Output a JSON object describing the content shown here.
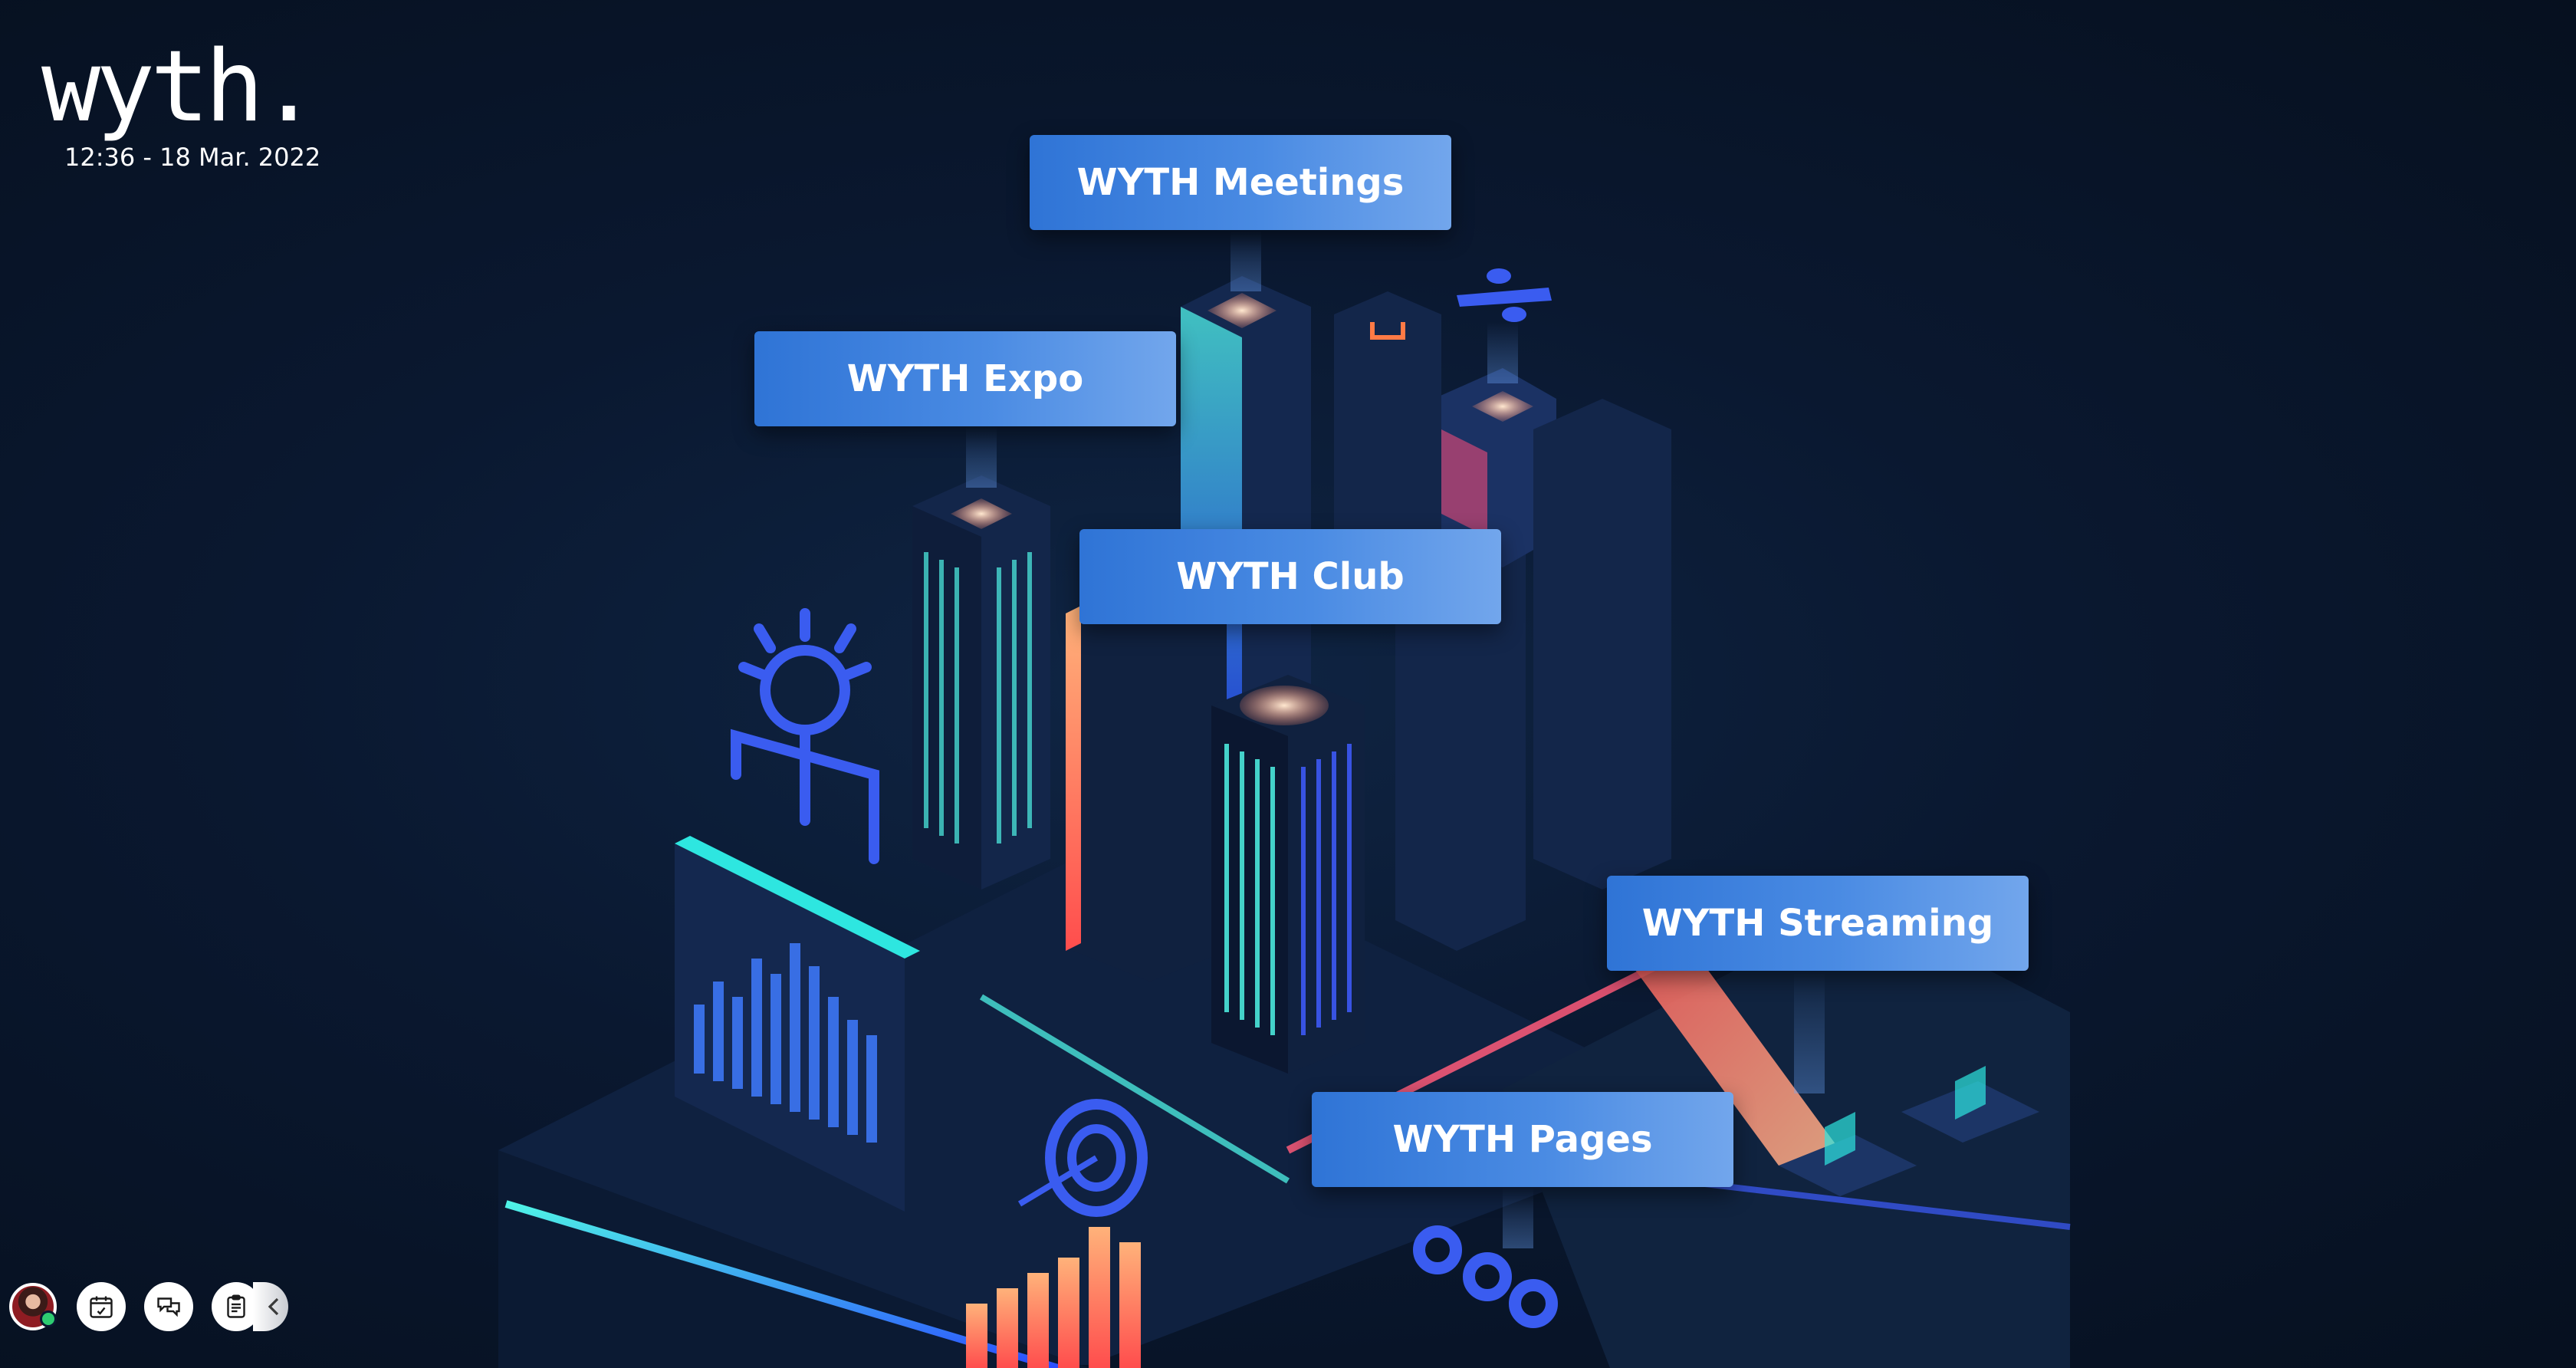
{
  "brand": {
    "logo_text": "wyth.",
    "datetime": "12:36 - 18 Mar. 2022"
  },
  "portals": {
    "meetings": "WYTH Meetings",
    "expo": "WYTH Expo",
    "club": "WYTH Club",
    "streaming": "WYTH Streaming",
    "pages": "WYTH Pages"
  },
  "toolbar": {
    "icons": [
      "avatar",
      "calendar-icon",
      "chat-icon",
      "clipboard-icon",
      "chevron-left-icon"
    ]
  },
  "colors": {
    "background": "#081426",
    "button_start": "#2f74d6",
    "button_end": "#72a6ec",
    "neon_cyan": "#2ee6e0",
    "neon_orange": "#ff7a45",
    "neon_blue": "#3f5cff",
    "status_online": "#2ecc71"
  }
}
